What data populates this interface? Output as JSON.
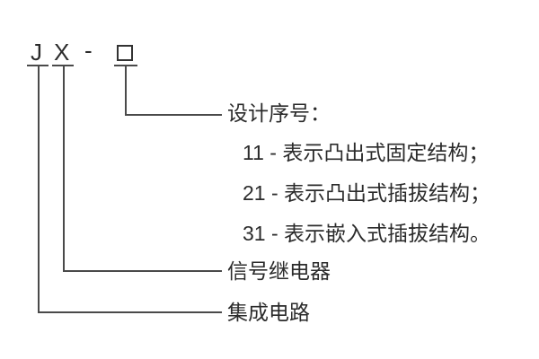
{
  "diagram": {
    "title_implicit": "JX relay model designation diagram",
    "model_code": {
      "letter_j": "J",
      "letter_x": "X",
      "separator": "-",
      "placeholder_symbol": "□"
    },
    "callouts": {
      "design_serial": {
        "label": "设计序号：",
        "items": [
          "11 - 表示凸出式固定结构；",
          "21 - 表示凸出式插拔结构；",
          "31 - 表示嵌入式插拔结构。"
        ]
      },
      "signal_relay": {
        "label": "信号继电器"
      },
      "integrated_circuit": {
        "label": "集成电路"
      }
    },
    "colors": {
      "background": "#ffffff",
      "text": "#2b2b2b",
      "line": "#4a4a4a"
    }
  }
}
